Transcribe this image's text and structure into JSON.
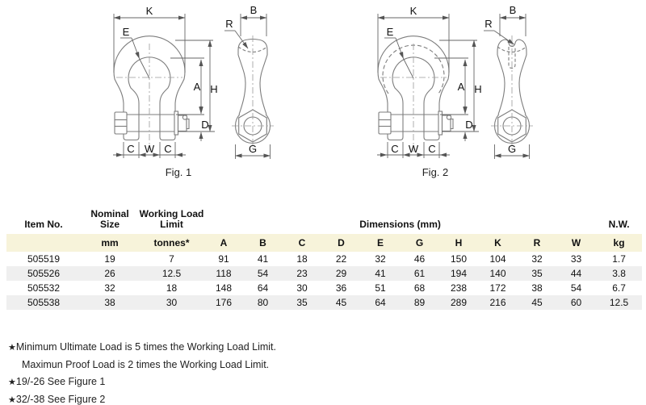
{
  "colors": {
    "accent_cream": "#f7f3da",
    "row_alt": "#efefef",
    "drawing_line": "#7d7d7d",
    "dimension_line": "#666666"
  },
  "figures": {
    "fig1": {
      "caption": "Fig. 1",
      "labels": {
        "K": "K",
        "E": "E",
        "A": "A",
        "H": "H",
        "D": "D",
        "C_left": "C",
        "W": "W",
        "C_right": "C",
        "B": "B",
        "R": "R",
        "G": "G"
      }
    },
    "fig2": {
      "caption": "Fig. 2",
      "labels": {
        "K": "K",
        "E": "E",
        "A": "A",
        "H": "H",
        "D": "D",
        "C_left": "C",
        "W": "W",
        "C_right": "C",
        "B": "B",
        "R": "R",
        "G": "G"
      }
    }
  },
  "table": {
    "header": {
      "item_no": "Item No.",
      "nominal_size": "Nominal Size",
      "working_load_limit": "Working Load Limit",
      "dimensions": "Dimensions (mm)",
      "nw": "N.W."
    },
    "units": {
      "size": "mm",
      "wll": "tonnes*",
      "nw": "kg"
    },
    "dim_cols": [
      "A",
      "B",
      "C",
      "D",
      "E",
      "G",
      "H",
      "K",
      "R",
      "W"
    ],
    "rows": [
      {
        "item": "505519",
        "size": "19",
        "wll": "7",
        "A": "91",
        "B": "41",
        "C": "18",
        "D": "22",
        "E": "32",
        "G": "46",
        "H": "150",
        "K": "104",
        "R": "32",
        "W": "33",
        "nw": "1.7"
      },
      {
        "item": "505526",
        "size": "26",
        "wll": "12.5",
        "A": "118",
        "B": "54",
        "C": "23",
        "D": "29",
        "E": "41",
        "G": "61",
        "H": "194",
        "K": "140",
        "R": "35",
        "W": "44",
        "nw": "3.8"
      },
      {
        "item": "505532",
        "size": "32",
        "wll": "18",
        "A": "148",
        "B": "64",
        "C": "30",
        "D": "36",
        "E": "51",
        "G": "68",
        "H": "238",
        "K": "172",
        "R": "38",
        "W": "54",
        "nw": "6.7"
      },
      {
        "item": "505538",
        "size": "38",
        "wll": "30",
        "A": "176",
        "B": "80",
        "C": "35",
        "D": "45",
        "E": "64",
        "G": "89",
        "H": "289",
        "K": "216",
        "R": "45",
        "W": "60",
        "nw": "12.5"
      }
    ]
  },
  "notes": [
    {
      "bullet": "★",
      "text": "Minimum Ultimate Load is 5 times the Working Load Limit."
    },
    {
      "bullet": "",
      "text": "Maximun Proof Load is 2 times the Working Load Limit."
    },
    {
      "bullet": "★",
      "text": "19/-26 See Figure 1"
    },
    {
      "bullet": "★",
      "text": "32/-38 See Figure 2"
    }
  ]
}
